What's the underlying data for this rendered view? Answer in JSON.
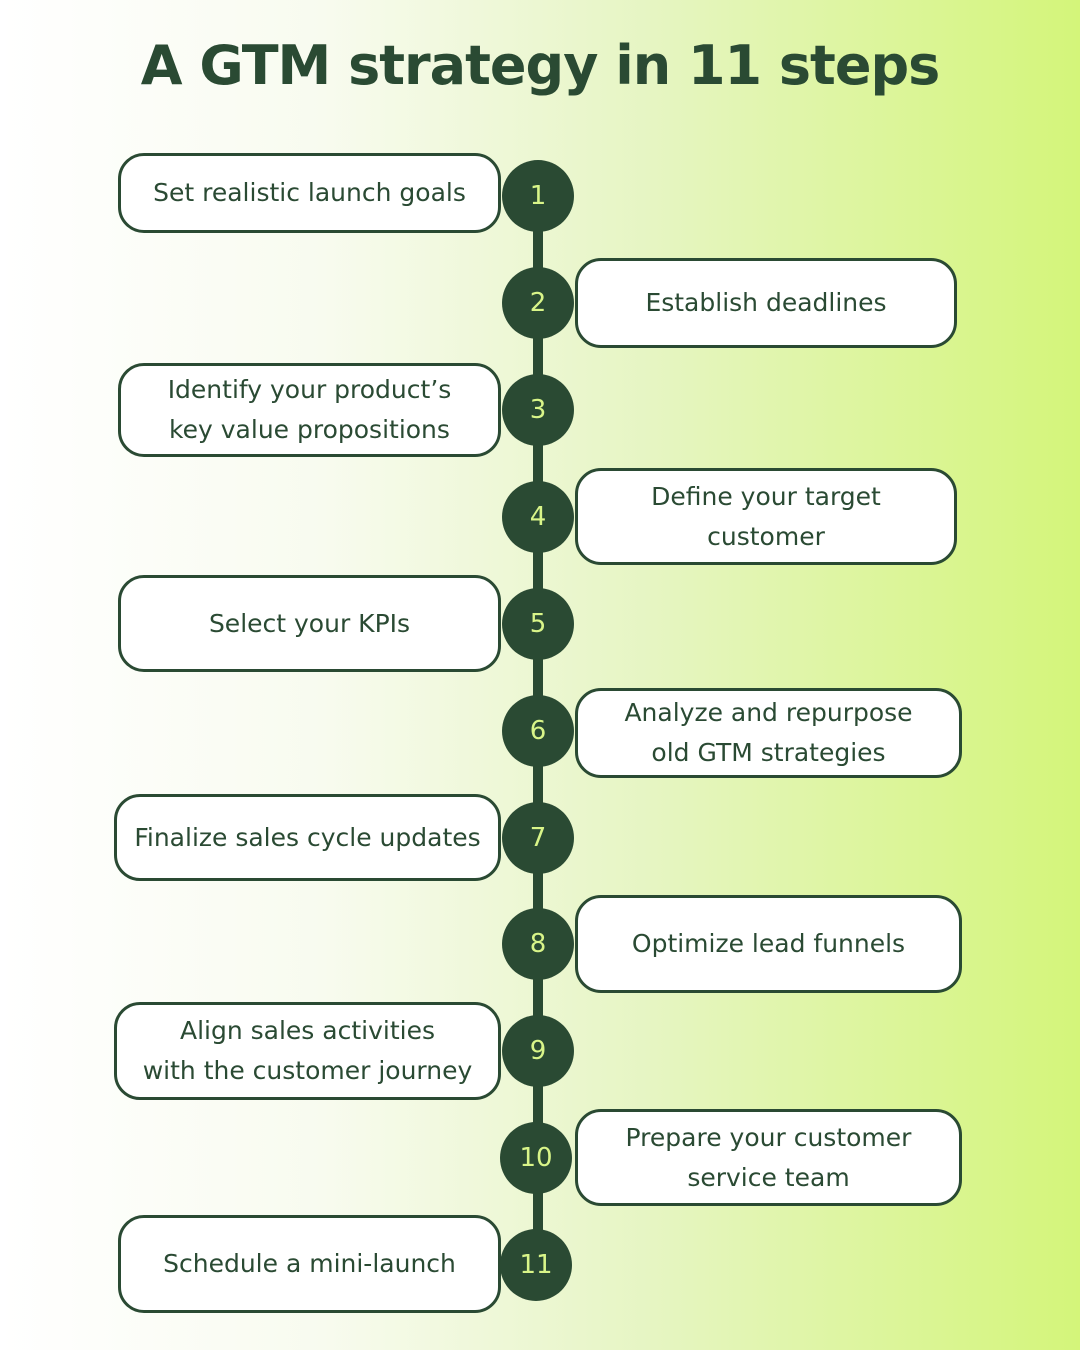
{
  "title": "A GTM strategy in 11 steps",
  "steps": [
    {
      "number": "1",
      "text": "Set realistic launch goals"
    },
    {
      "number": "2",
      "text": "Establish deadlines"
    },
    {
      "number": "3",
      "text": "Identify your product’s\nkey value propositions"
    },
    {
      "number": "4",
      "text": "Define your target\ncustomer"
    },
    {
      "number": "5",
      "text": "Select your KPIs"
    },
    {
      "number": "6",
      "text": "Analyze and repurpose\nold GTM strategies"
    },
    {
      "number": "7",
      "text": "Finalize sales cycle updates"
    },
    {
      "number": "8",
      "text": "Optimize lead funnels"
    },
    {
      "number": "9",
      "text": "Align sales activities\nwith the customer journey"
    },
    {
      "number": "10",
      "text": "Prepare your customer\nservice team"
    },
    {
      "number": "11",
      "text": "Schedule a mini-launch"
    }
  ],
  "colors": {
    "primary": "#2a4a33",
    "node_text": "#d9f589",
    "box_background": "#ffffff",
    "gradient_end": "#d4f57a"
  }
}
